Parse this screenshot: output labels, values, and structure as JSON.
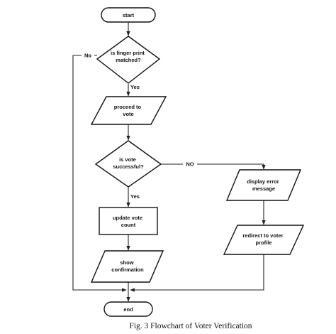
{
  "nodes": {
    "start": {
      "lines": [
        "start"
      ]
    },
    "fingerprint": {
      "lines": [
        "is finger print",
        "matched?"
      ]
    },
    "proceed": {
      "lines": [
        "proceed to",
        "vote"
      ]
    },
    "vote_success": {
      "lines": [
        "is vote",
        "successful?"
      ]
    },
    "update": {
      "lines": [
        "update vote",
        "count"
      ]
    },
    "confirmation": {
      "lines": [
        "show",
        "confirmation"
      ]
    },
    "error": {
      "lines": [
        "display error",
        "message"
      ]
    },
    "redirect": {
      "lines": [
        "redirect to voter",
        "profile"
      ]
    },
    "end": {
      "lines": [
        "end"
      ]
    }
  },
  "edges": {
    "fingerprint_no": "No",
    "fingerprint_yes": "Yes",
    "vote_no": "NO",
    "vote_yes": "Yes"
  },
  "caption": "Fig. 3 Flowchart of Voter Verification",
  "colors": {
    "stroke": "#111111",
    "background": "#ffffff"
  }
}
